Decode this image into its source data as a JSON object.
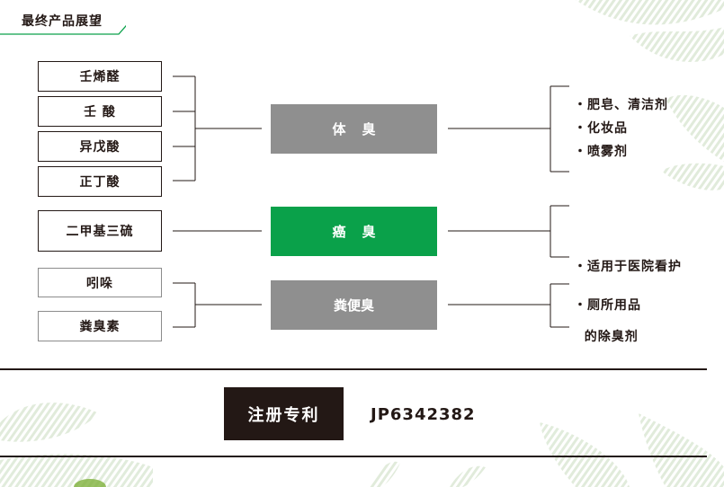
{
  "header": {
    "title": "最终产品展望"
  },
  "sources": {
    "group1": [
      "壬烯醛",
      "壬 酸",
      "异戊酸",
      "正丁酸"
    ],
    "group2": [
      "二甲基三硫"
    ],
    "group3": [
      "吲哚",
      "粪臭素"
    ]
  },
  "odors": {
    "body": {
      "c1": "体",
      "c2": "臭"
    },
    "cancer": {
      "c1": "癌",
      "c2": "臭"
    },
    "feces": {
      "label": "粪便臭"
    }
  },
  "uses": {
    "group1": [
      "・肥皂、清洁剂",
      "・化妆品",
      "・喷雾剂"
    ],
    "group2": [
      "・适用于医院看护",
      "  的除臭剂"
    ],
    "group3": [
      "・厕所用品"
    ]
  },
  "patent": {
    "label": "注册专利",
    "number": "JP6342382"
  },
  "colors": {
    "green": "#0aa14a",
    "gray": "#8f8f8f",
    "dark": "#231815"
  }
}
